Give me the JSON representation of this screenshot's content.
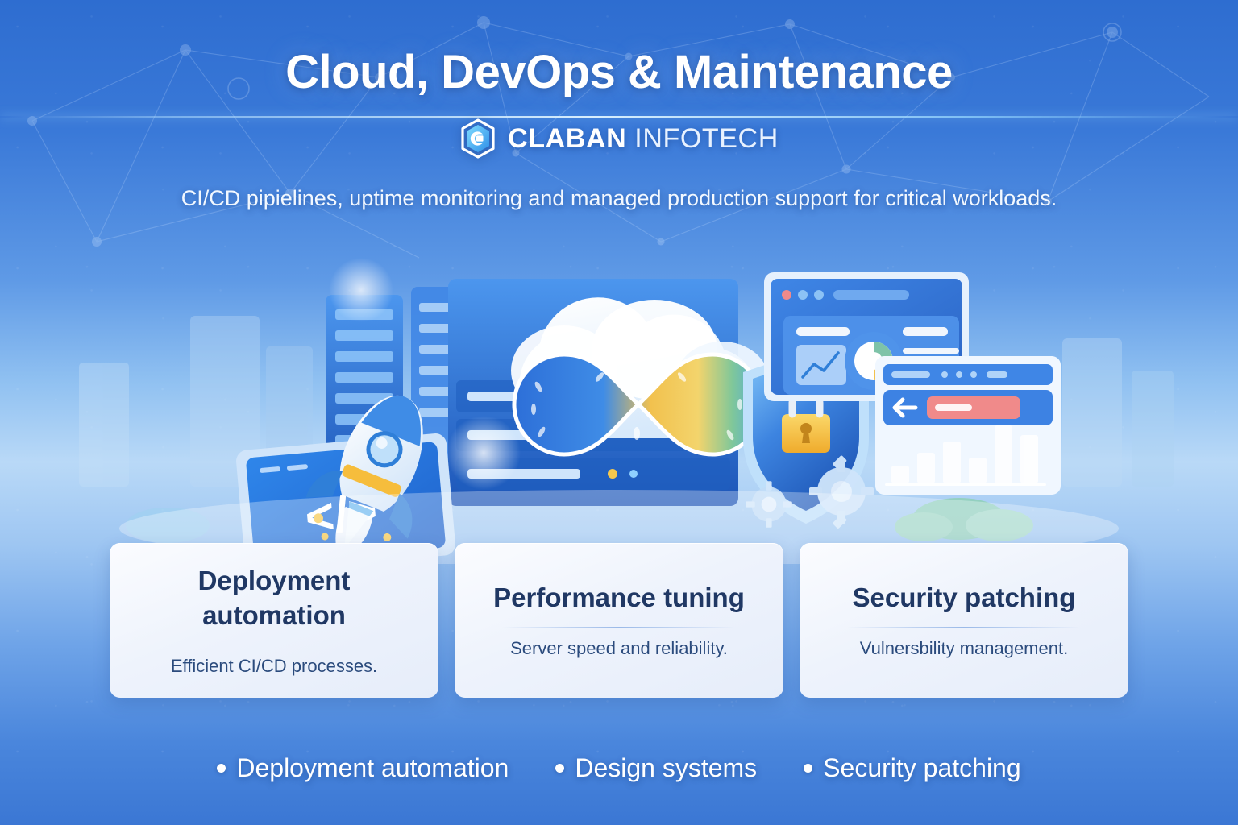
{
  "header": {
    "title": "Cloud, DevOps & Maintenance",
    "brand_primary": "CLABAN",
    "brand_secondary": "INFOTECH",
    "brand_mark": "hexagon-c-logo",
    "subtitle": "CI/CD pipielines, uptime monitoring and managed production support for critical workloads."
  },
  "illustration": {
    "name": "cloud-devops-infrastructure-illustration",
    "elements": [
      "code-tablet-icon",
      "rocket-icon",
      "server-rack-icon",
      "cloud-icon",
      "devops-infinity-icon",
      "shield-lock-icon",
      "gear-icon",
      "dashboard-window-icon",
      "bar-chart-panel-icon"
    ],
    "code_glyph": "</>"
  },
  "cards": [
    {
      "title": "Deployment automation",
      "desc": "Efficient CI/CD processes."
    },
    {
      "title": "Performance tuning",
      "desc": "Server speed and reliability."
    },
    {
      "title": "Security patching",
      "desc": "Vulnersbility management."
    }
  ],
  "bullets": [
    {
      "label": "Deployment automation"
    },
    {
      "label": "Design systems"
    },
    {
      "label": "Security patching"
    }
  ],
  "colors": {
    "background_blue": "#2f6fd0",
    "accent_cyan": "#6fd3ff",
    "card_background": "#eef3fc",
    "card_title": "#203864",
    "card_text": "#2b4b7d",
    "lock_gold": "#f5c23e",
    "shield_blue": "#2f6fd0",
    "infinity_gradient_start": "#2d6fd8",
    "infinity_gradient_mid": "#f2c14e",
    "infinity_gradient_end": "#7fc79a",
    "alert_badge": "#f08a8a"
  }
}
